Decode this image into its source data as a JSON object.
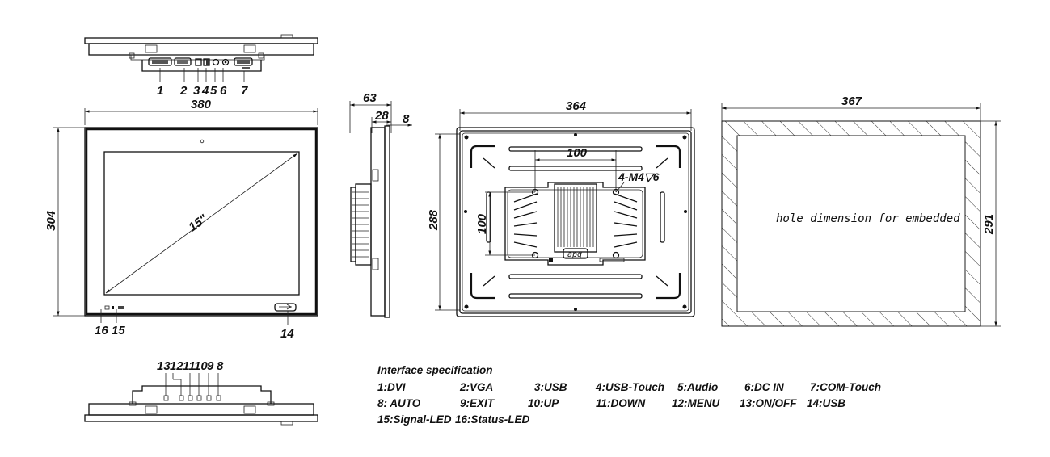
{
  "views": {
    "top_callouts": [
      "1",
      "2",
      "3",
      "4",
      "5",
      "6",
      "7"
    ],
    "front": {
      "width_dim": "380",
      "height_dim": "304",
      "diagonal": "15\"",
      "callouts": [
        "16",
        "15",
        "14"
      ]
    },
    "side": {
      "depth_dim": "63",
      "inner_dim": "28",
      "bezel_dim": "8"
    },
    "rear": {
      "width_dim": "364",
      "height_dim": "288",
      "vesa_h_dim": "100",
      "vesa_v_dim": "100",
      "screw_note": "4-M4▽6",
      "logo_text": "apq"
    },
    "cutout": {
      "width_dim": "367",
      "height_dim": "291",
      "note": "hole dimension for embedded"
    },
    "bottom_callouts": [
      "13",
      "12",
      "11",
      "10",
      "9",
      "8"
    ]
  },
  "interface": {
    "title": "Interface specification",
    "rows": [
      [
        "1:DVI",
        "2:VGA",
        "3:USB",
        "4:USB-Touch",
        "5:Audio",
        "6:DC IN",
        "7:COM-Touch"
      ],
      [
        "8: AUTO",
        "9:EXIT",
        "10:UP",
        "11:DOWN",
        "12:MENU",
        "13:ON/OFF",
        "14:USB"
      ],
      [
        "15:Signal-LED",
        "16:Status-LED"
      ]
    ]
  }
}
